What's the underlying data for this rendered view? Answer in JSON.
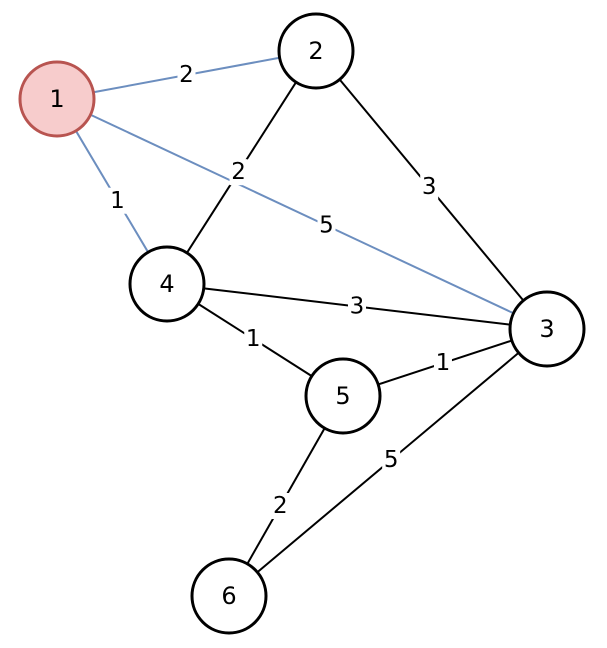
{
  "graph": {
    "nodes": [
      {
        "id": "n1",
        "label": "1",
        "highlighted": true
      },
      {
        "id": "n2",
        "label": "2",
        "highlighted": false
      },
      {
        "id": "n3",
        "label": "3",
        "highlighted": false
      },
      {
        "id": "n4",
        "label": "4",
        "highlighted": false
      },
      {
        "id": "n5",
        "label": "5",
        "highlighted": false
      },
      {
        "id": "n6",
        "label": "6",
        "highlighted": false
      }
    ],
    "edges": [
      {
        "from": "n1",
        "to": "n2",
        "weight": "2",
        "highlighted": true
      },
      {
        "from": "n1",
        "to": "n4",
        "weight": "1",
        "highlighted": true
      },
      {
        "from": "n1",
        "to": "n3",
        "weight": "5",
        "highlighted": true
      },
      {
        "from": "n2",
        "to": "n4",
        "weight": "2",
        "highlighted": false
      },
      {
        "from": "n2",
        "to": "n3",
        "weight": "3",
        "highlighted": false
      },
      {
        "from": "n4",
        "to": "n3",
        "weight": "3",
        "highlighted": false
      },
      {
        "from": "n4",
        "to": "n5",
        "weight": "1",
        "highlighted": false
      },
      {
        "from": "n5",
        "to": "n3",
        "weight": "1",
        "highlighted": false
      },
      {
        "from": "n5",
        "to": "n6",
        "weight": "2",
        "highlighted": false
      },
      {
        "from": "n6",
        "to": "n3",
        "weight": "5",
        "highlighted": false
      }
    ]
  },
  "colors": {
    "highlight_node_fill": "#f7cccc",
    "highlight_node_stroke": "#b85450",
    "highlight_edge": "#6c8ebf",
    "default_stroke": "#000000",
    "default_fill": "#ffffff"
  }
}
